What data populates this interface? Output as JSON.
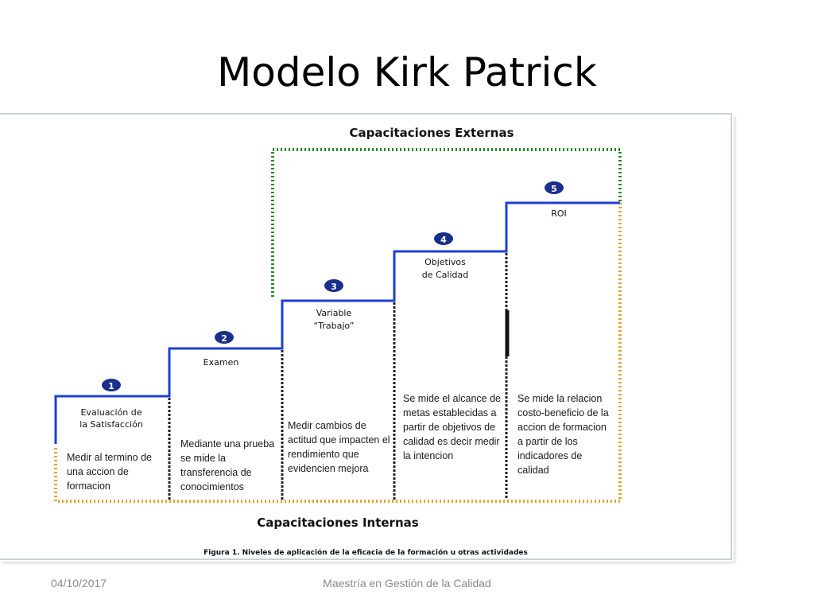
{
  "slide": {
    "title": "Modelo Kirk Patrick",
    "footer_date": "04/10/2017",
    "footer_center": "Maestría en Gestión de la Calidad"
  },
  "diagram": {
    "external_label": "Capacitaciones Externas",
    "internal_label": "Capacitaciones Internas",
    "caption": "Figura 1. Niveles de aplicación de la eficacia de la formación u otras actividades",
    "levels": [
      {
        "number": "1",
        "label_line1": "Evaluación de",
        "label_line2": "la Satisfacción",
        "description": "Medir al termino de una accion de formacion"
      },
      {
        "number": "2",
        "label_line1": "Examen",
        "label_line2": "",
        "description": "Mediante una prueba se mide la transferencia de conocimientos"
      },
      {
        "number": "3",
        "label_line1": "Variable",
        "label_line2": "“Trabajo”",
        "description": "Medir  cambios de actitud que impacten el rendimiento que evidencien mejora"
      },
      {
        "number": "4",
        "label_line1": "Objetivos",
        "label_line2": "de Calidad",
        "description": "Se mide el alcance de metas establecidas a partir de objetivos de calidad es decir medir la intencion"
      },
      {
        "number": "5",
        "label_line1": "ROI",
        "label_line2": "",
        "description": "Se mide la relacion costo-beneficio de la accion de formacion a partir de los indicadores de calidad"
      }
    ],
    "colors": {
      "step_line": "#1f3fd1",
      "badge": "#1a2f8a",
      "external_border": "#1f8a1f",
      "internal_border": "#e8a030",
      "divider": "#222222"
    }
  }
}
